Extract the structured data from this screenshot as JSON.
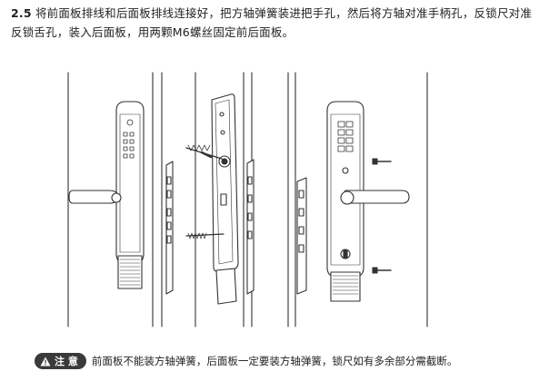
{
  "step": {
    "number": "2.5",
    "text": "将前面板排线和后面板排线连接好，把方轴弹簧装进把手孔，然后将方轴对准手柄孔，反锁尺对准反锁舌孔，装入后面板，用两颗M6螺丝固定前后面板。"
  },
  "note": {
    "badge": "注 意",
    "text": "前面板不能装方轴弹簧，后面板一定要装方轴弹簧，锁尺如有多余部分需截断。"
  }
}
